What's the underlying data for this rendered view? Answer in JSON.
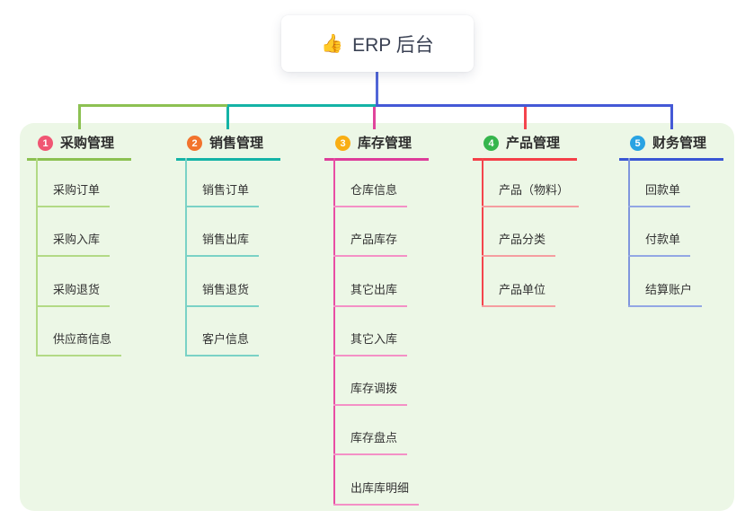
{
  "root": {
    "emoji": "👍",
    "label": "ERP 后台"
  },
  "canvas": {
    "background_color": "#ecf7e6",
    "root_line_color": "#5166d8"
  },
  "branches": [
    {
      "number": "1",
      "label": "采购管理",
      "badge_color": "#f05673",
      "line_color": "#8cc152",
      "child_line_color": "#b2da85",
      "children": [
        "采购订单",
        "采购入库",
        "采购退货",
        "供应商信息"
      ]
    },
    {
      "number": "2",
      "label": "销售管理",
      "badge_color": "#f2732d",
      "line_color": "#14b3a6",
      "child_line_color": "#7ad2c6",
      "children": [
        "销售订单",
        "销售出库",
        "销售退货",
        "客户信息"
      ]
    },
    {
      "number": "3",
      "label": "库存管理",
      "badge_color": "#f9ae13",
      "line_color": "#dd3d9a",
      "child_line_color": "#f490c6",
      "children": [
        "仓库信息",
        "产品库存",
        "其它出库",
        "其它入库",
        "库存调拨",
        "库存盘点",
        "出库库明细"
      ]
    },
    {
      "number": "4",
      "label": "产品管理",
      "badge_color": "#35b54c",
      "line_color": "#f43f48",
      "child_line_color": "#f59da0",
      "children": [
        "产品（物料）",
        "产品分类",
        "产品单位"
      ]
    },
    {
      "number": "5",
      "label": "财务管理",
      "badge_color": "#29a3e3",
      "line_color": "#3a56d4",
      "child_line_color": "#93a7e4",
      "children": [
        "回款单",
        "付款单",
        "结算账户"
      ]
    }
  ]
}
